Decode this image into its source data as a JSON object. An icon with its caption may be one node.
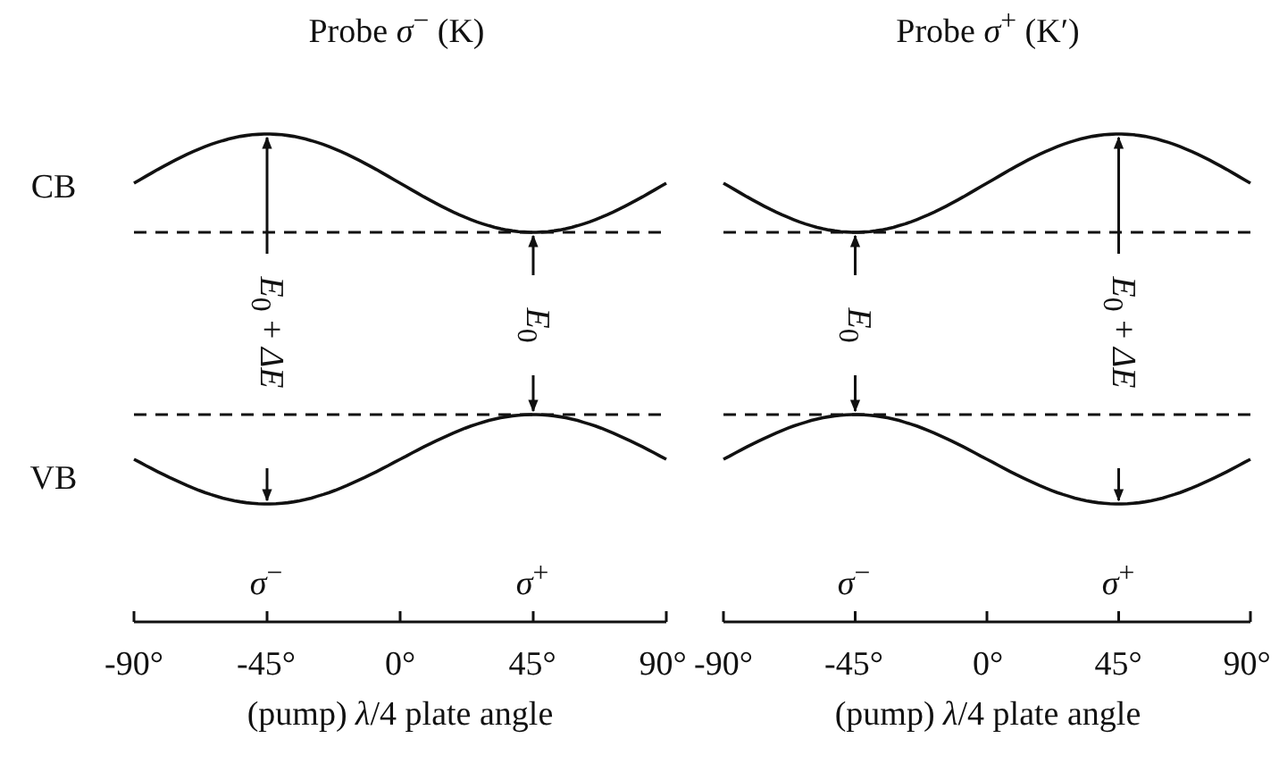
{
  "diagram": {
    "labels": [
      "Probe *σ*$^{−}$ (K)",
      "Probe *σ*$^{+}$ (K′)",
      "CB",
      "*E*$_{0}$ + *ΔE*",
      "*E*$_{0}$",
      "*E*$_{0}$",
      "*E*$_{0}$ + *ΔE*",
      "VB",
      "*σ*$^{−}$",
      "*σ*$^{+}$",
      "*σ*$^{−}$",
      "*σ*$^{+}$",
      "-90°",
      "-45°",
      "0°",
      "45°",
      "90°",
      "-90°",
      "-45°",
      "0°",
      "45°",
      "90°",
      "(pump) *λ*/4 plate angle",
      "(pump) *λ*/4 plate angle"
    ]
  }
}
